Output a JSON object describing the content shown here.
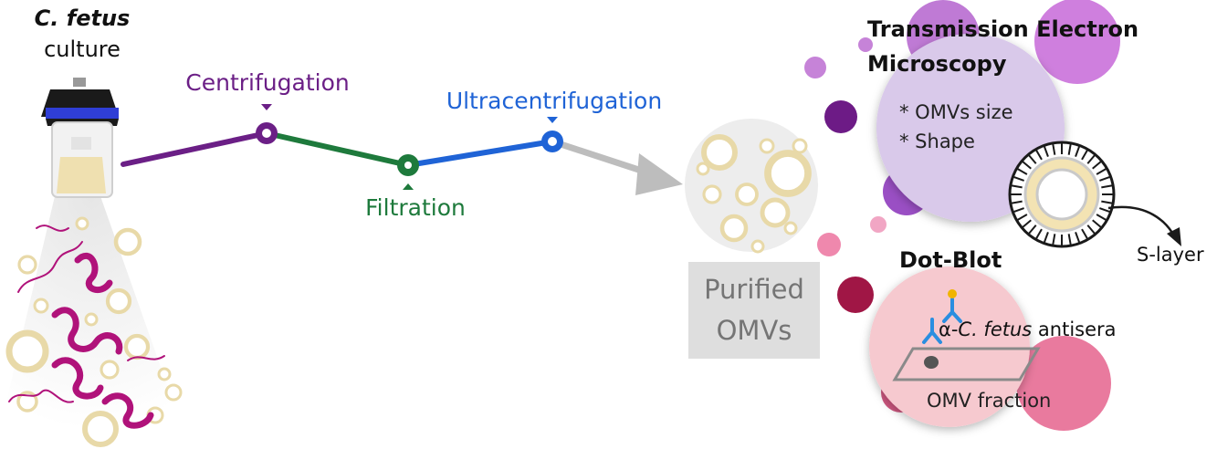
{
  "culture": {
    "species": "C. fetus",
    "word": "culture"
  },
  "steps": {
    "centrifugation": {
      "label": "Centrifugation",
      "color": "#6b1f86"
    },
    "filtration": {
      "label": "Filtration",
      "color": "#1e7a3c"
    },
    "ultracentrifugation": {
      "label": "Ultracentrifugation",
      "color": "#1f63d6"
    }
  },
  "purified": {
    "line1": "Purified",
    "line2": "OMVs"
  },
  "tem": {
    "title_line1": "Transmission Electron",
    "title_line2": "Microscopy",
    "bullets": [
      "* OMVs size",
      "* Shape"
    ],
    "slayer_label": "S-layer"
  },
  "dotblot": {
    "title": "Dot-Blot",
    "antisera_prefix": "α-",
    "antisera_species": "C. fetus",
    "antisera_suffix": " antisera",
    "fraction_label": "OMV fraction"
  },
  "colors": {
    "omv_ring": "#e8d9a8",
    "bacteria": "#b0127a",
    "arrow_gray": "#bdbdbd",
    "tem_bubble": "#d9c9ea",
    "dotblot_bubble": "#f6c9cf",
    "antibody_blue": "#2a8ee0",
    "antibody_yellow": "#f0b400"
  }
}
